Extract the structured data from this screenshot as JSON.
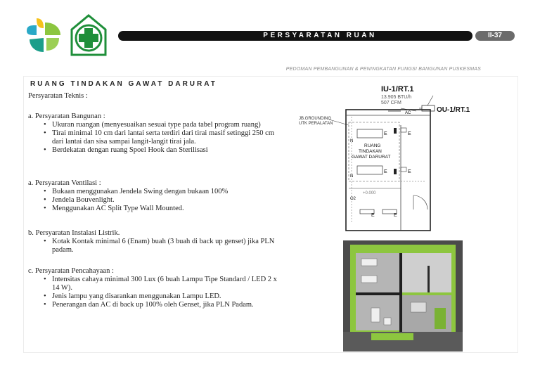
{
  "header": {
    "title": "PERSYARATAN RUAN",
    "page_number": "II-37",
    "subtitle": "PEDOMAN PEMBANGUNAN & PENINGKATAN FUNGSI BANGUNAN PUSKESMAS"
  },
  "section": {
    "title": "RUANG TINDAKAN GAWAT DARURAT",
    "intro": "Persyaratan Teknis :"
  },
  "requirements": [
    {
      "label": "a.   Persyaratan Bangunan :",
      "items": [
        "Ukuran ruangan (menyesuaikan sesuai type pada tabel program ruang)",
        "Tirai minimal 10 cm dari lantai serta terdiri dari tirai masif setinggi 250 cm dari lantai dan sisa sampai langit-langit tirai jala.",
        "Berdekatan dengan ruang Spoel Hook dan Sterilisasi"
      ]
    },
    {
      "label": "a. Persyaratan Ventilasi :",
      "items": [
        "Bukaan menggunakan Jendela Swing dengan bukaan 100%",
        "Jendela Bouvenlight.",
        "Menggunakan AC Split Type Wall Mounted."
      ]
    },
    {
      "label": "b. Persyaratan Instalasi Listrik.",
      "items": [
        "Kotak Kontak minimal 6 (Enam) buah (3 buah di back up genset) jika PLN padam."
      ]
    },
    {
      "label": "c. Persyaratan Pencahayaan :",
      "items": [
        "Intensitas cahaya minimal 300 Lux (6 buah Lampu Tipe Standard / LED 2 x 14 W).",
        "Jenis lampu yang disarankan menggunakan Lampu LED.",
        "Penerangan dan AC di back up 100% oleh Genset, jika PLN Padam."
      ]
    }
  ],
  "floor_plan": {
    "iu_label": "IU-1/RT.1",
    "iu_spec1": "13.905 BTU/h",
    "iu_spec2": "507 CFM",
    "ou_label": "OU-1/RT.1",
    "grounding1": "JB.GROUNDING",
    "grounding2": "UTK PERALATAN",
    "room1": "RUANG",
    "room2": "TINDAKAN",
    "room3": "GAWAT DARURAT",
    "ac_label": "AC",
    "o2_label": "O2",
    "n_label": "N",
    "e_label": "E",
    "dim_label": "+0.000"
  }
}
